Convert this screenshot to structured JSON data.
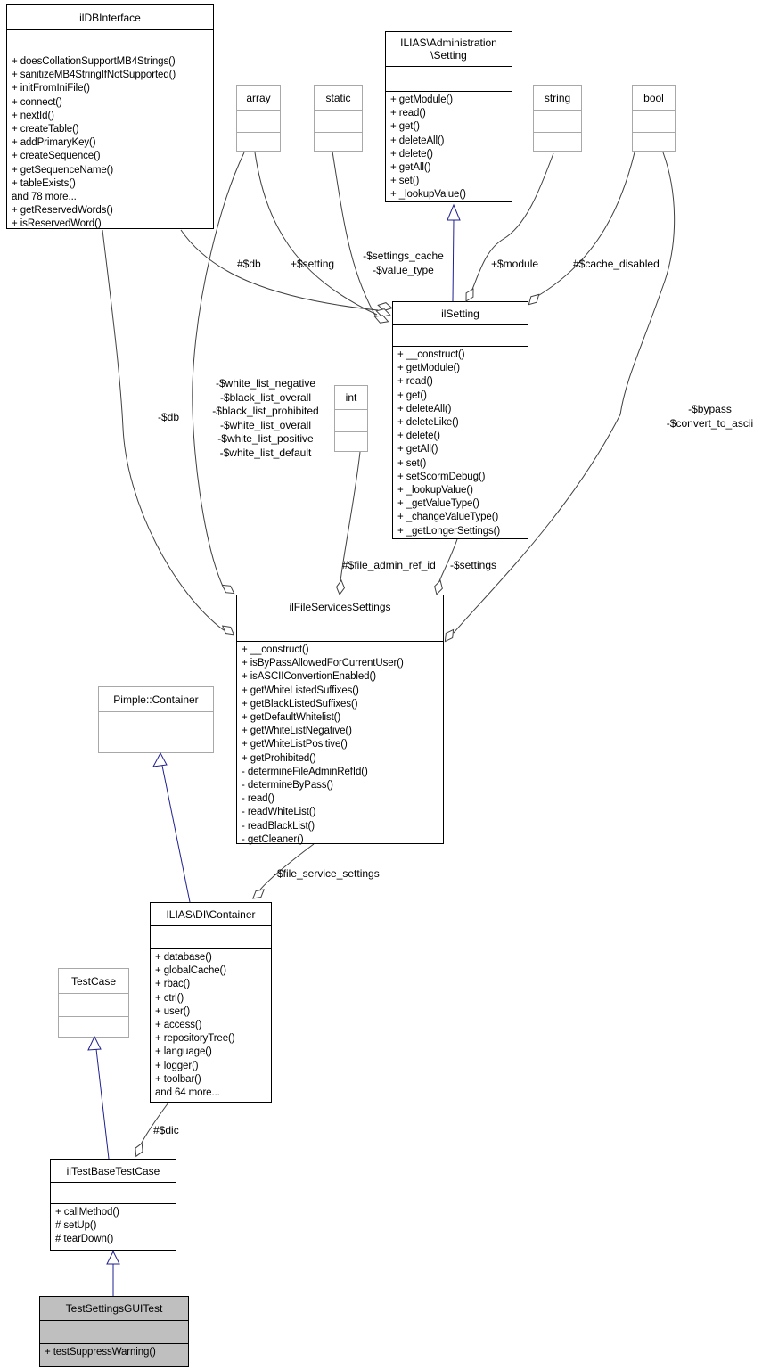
{
  "diagram": {
    "classes": {
      "ilDBInterface": {
        "title": "ilDBInterface",
        "methods": [
          "+ doesCollationSupportMB4Strings()",
          "+ sanitizeMB4StringIfNotSupported()",
          "+ initFromIniFile()",
          "+ connect()",
          "+ nextId()",
          "+ createTable()",
          "+ addPrimaryKey()",
          "+ createSequence()",
          "+ getSequenceName()",
          "+ tableExists()",
          "and 78 more...",
          "+ getReservedWords()",
          "+ isReservedWord()"
        ]
      },
      "administration_setting": {
        "title": "ILIAS\\Administration\n\\Setting",
        "methods": [
          "+ getModule()",
          "+ read()",
          "+ get()",
          "+ deleteAll()",
          "+ delete()",
          "+ getAll()",
          "+ set()",
          "+ _lookupValue()"
        ]
      },
      "array_type": {
        "title": "array"
      },
      "static_type": {
        "title": "static"
      },
      "string_type": {
        "title": "string"
      },
      "bool_type": {
        "title": "bool"
      },
      "int_type": {
        "title": "int"
      },
      "ilSetting": {
        "title": "ilSetting",
        "methods": [
          "+ __construct()",
          "+ getModule()",
          "+ read()",
          "+ get()",
          "+ deleteAll()",
          "+ deleteLike()",
          "+ delete()",
          "+ getAll()",
          "+ set()",
          "+ setScormDebug()",
          "+ _lookupValue()",
          "+ _getValueType()",
          "+ _changeValueType()",
          "+ _getLongerSettings()"
        ]
      },
      "ilFileServicesSettings": {
        "title": "ilFileServicesSettings",
        "methods": [
          "+ __construct()",
          "+ isByPassAllowedForCurrentUser()",
          "+ isASCIIConvertionEnabled()",
          "+ getWhiteListedSuffixes()",
          "+ getBlackListedSuffixes()",
          "+ getDefaultWhitelist()",
          "+ getWhiteListNegative()",
          "+ getWhiteListPositive()",
          "+ getProhibited()",
          "- determineFileAdminRefId()",
          "- determineByPass()",
          "- read()",
          "- readWhiteList()",
          "- readBlackList()",
          "- getCleaner()"
        ]
      },
      "pimple_container": {
        "title": "Pimple::Container"
      },
      "di_container": {
        "title": "ILIAS\\DI\\Container",
        "methods": [
          "+ database()",
          "+ globalCache()",
          "+ rbac()",
          "+ ctrl()",
          "+ user()",
          "+ access()",
          "+ repositoryTree()",
          "+ language()",
          "+ logger()",
          "+ toolbar()",
          "and 64 more..."
        ]
      },
      "TestCase": {
        "title": "TestCase"
      },
      "ilTestBaseTestCase": {
        "title": "ilTestBaseTestCase",
        "methods": [
          "+ callMethod()",
          "# setUp()",
          "# tearDown()"
        ]
      },
      "TestSettingsGUITest": {
        "title": "TestSettingsGUITest",
        "methods": [
          "+ testSuppressWarning()"
        ]
      }
    },
    "edge_labels": {
      "db_to_ilsetting": "#$db",
      "setting_member": "+$setting",
      "settings_cache": "-$settings_cache\n-$value_type",
      "module_member": "+$module",
      "cache_disabled": "#$cache_disabled",
      "db_to_filesettings": "-$db",
      "white_lists": "-$white_list_negative\n-$black_list_overall\n-$black_list_prohibited\n-$white_list_overall\n-$white_list_positive\n-$white_list_default",
      "bypass": "-$bypass\n-$convert_to_ascii",
      "file_admin_ref_id": "#$file_admin_ref_id",
      "settings": "-$settings",
      "file_service_settings": "-$file_service_settings",
      "dic": "#$dic"
    },
    "colors": {
      "class_border": "#000000",
      "external_border": "#a8a8a8",
      "highlight_fill": "#bfbfbf",
      "edge": "#404040",
      "inheritance": "#202090"
    }
  }
}
